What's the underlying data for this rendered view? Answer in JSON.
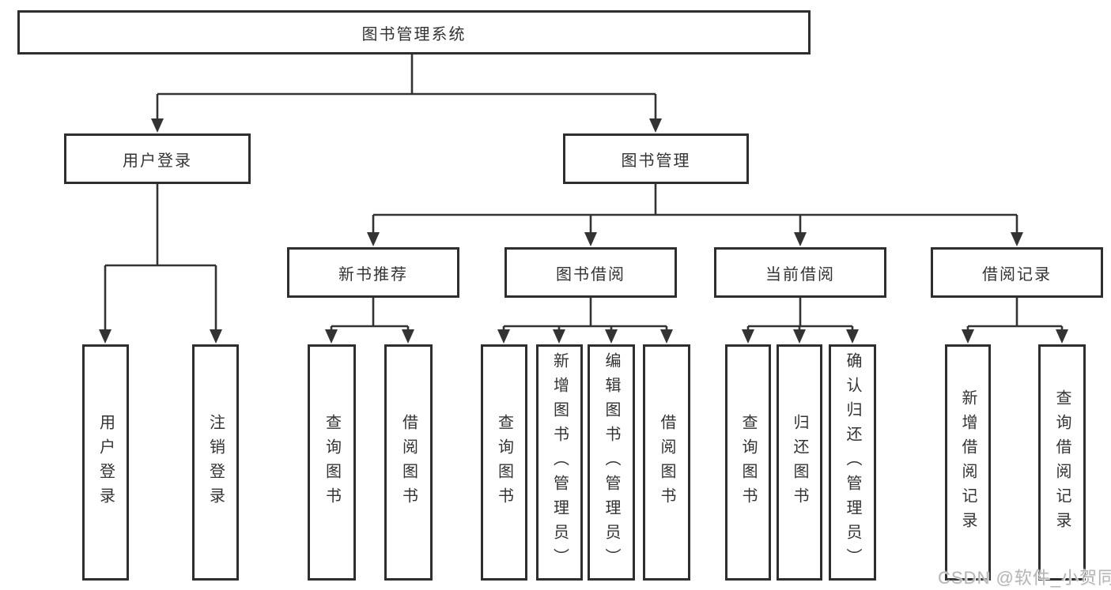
{
  "diagram": {
    "root": {
      "label": "图书管理系统"
    },
    "level2": [
      {
        "label": "用户登录"
      },
      {
        "label": "图书管理"
      }
    ],
    "level3": [
      {
        "label": "新书推荐"
      },
      {
        "label": "图书借阅"
      },
      {
        "label": "当前借阅"
      },
      {
        "label": "借阅记录"
      }
    ],
    "leaves": {
      "user_login": [
        {
          "label": "用户登录"
        },
        {
          "label": "注销登录"
        }
      ],
      "new_books": [
        {
          "label": "查询图书"
        },
        {
          "label": "借阅图书"
        }
      ],
      "borrow": [
        {
          "label": "查询图书"
        },
        {
          "label": "新增图书（管理员）"
        },
        {
          "label": "编辑图书（管理员）"
        },
        {
          "label": "借阅图书"
        }
      ],
      "current": [
        {
          "label": "查询图书"
        },
        {
          "label": "归还图书"
        },
        {
          "label": "确认归还（管理员）"
        }
      ],
      "records": [
        {
          "label": "新增借阅记录"
        },
        {
          "label": "查询借阅记录"
        }
      ]
    },
    "colors": {
      "line": "#333333",
      "border": "#2e2e2e",
      "text": "#333333",
      "background": "#ffffff",
      "watermark": "#b5b5b5"
    }
  },
  "watermark": {
    "text": "CSDN @软件_小贺同学"
  }
}
